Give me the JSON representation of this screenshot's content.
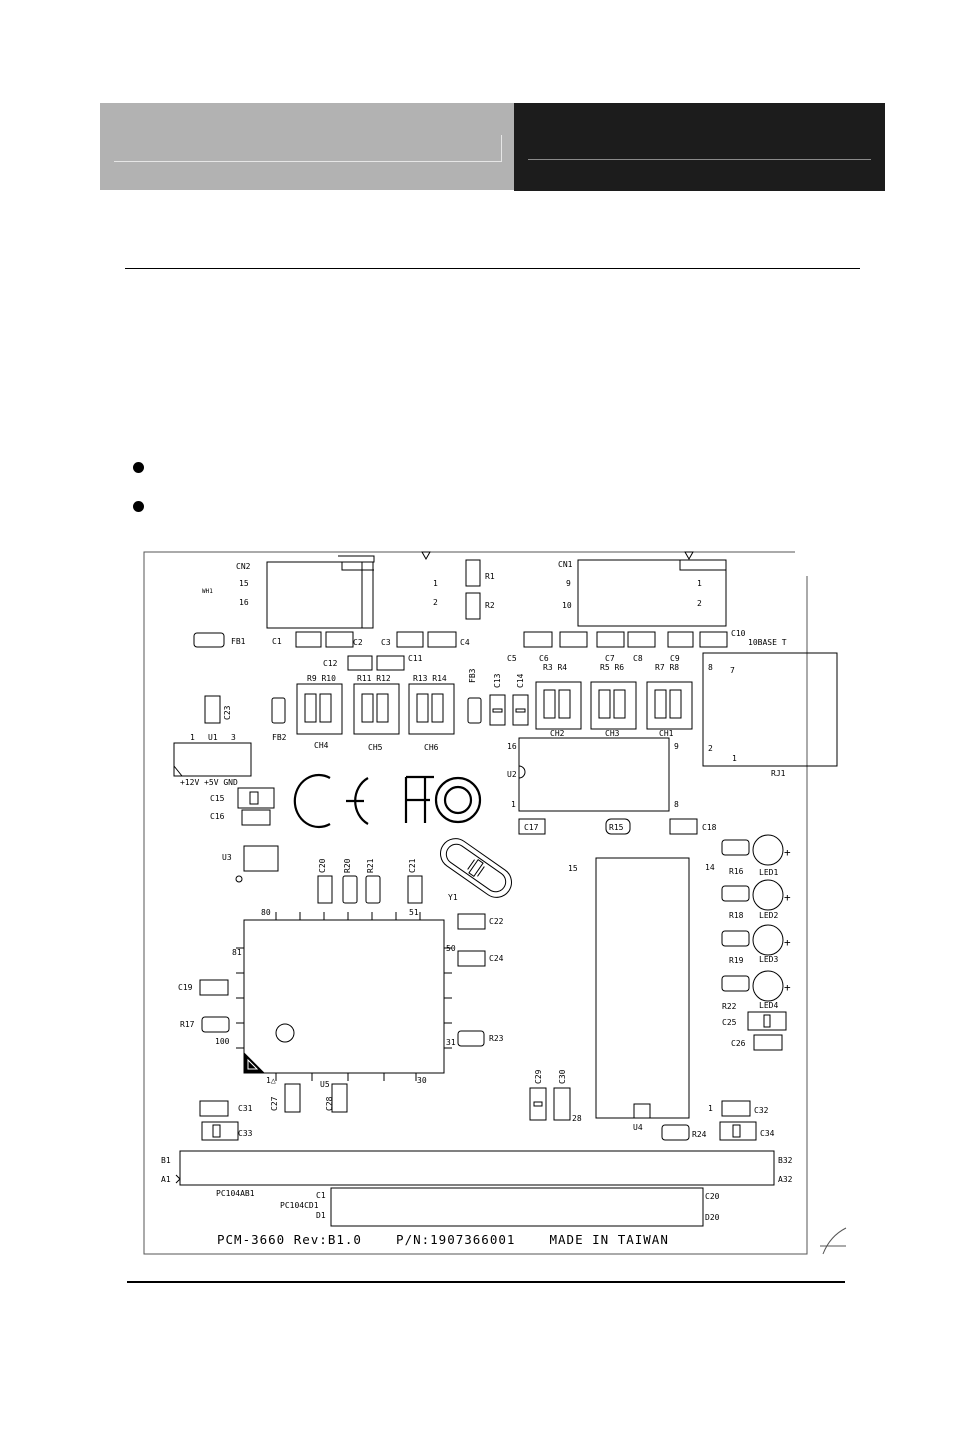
{
  "header": {
    "left_band_color": "#b2b2b2",
    "right_band_color": "#1c1c1c"
  },
  "bullets": [
    "",
    ""
  ],
  "board": {
    "silkscreen": "PCM-3660 Rev:B1.0    P/N:1907366001    MADE IN TAIWAN",
    "connectors": {
      "cn2": "CN2",
      "cn1": "CN1",
      "rj1": "RJ1",
      "rj_label": "10BASE T",
      "pc104ab": "PC104AB1",
      "pc104cd": "PC104CD1"
    },
    "chips": {
      "u1": "U1",
      "u2": "U2",
      "u3": "U3",
      "u4": "U4",
      "u5": "U5",
      "y1": "Y1"
    },
    "power_label": "+12V +5V GND"
  }
}
